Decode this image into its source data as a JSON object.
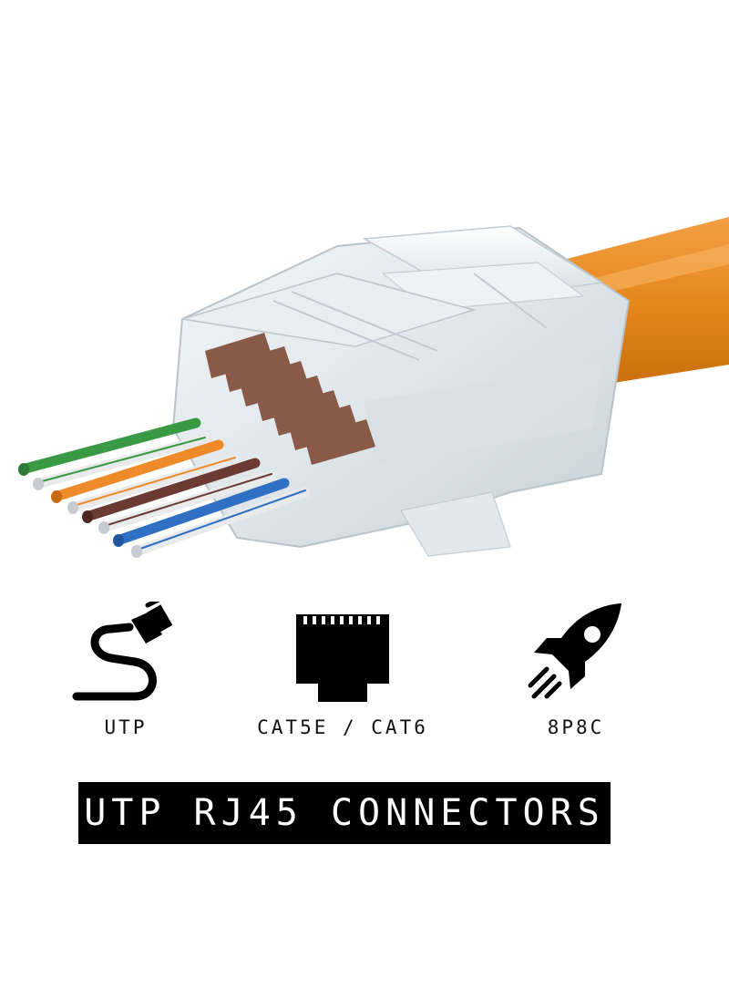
{
  "features": [
    {
      "label": "UTP",
      "icon": "ethernet-cable-icon"
    },
    {
      "label": "CAT5E / CAT6",
      "icon": "rj45-port-icon"
    },
    {
      "label": "8P8C",
      "icon": "rocket-icon"
    }
  ],
  "banner": {
    "title": "UTP RJ45 CONNECTORS"
  },
  "colors": {
    "cable_jacket": "#e98a1d",
    "banner_bg": "#000000",
    "banner_text": "#ffffff",
    "icon": "#000000"
  }
}
